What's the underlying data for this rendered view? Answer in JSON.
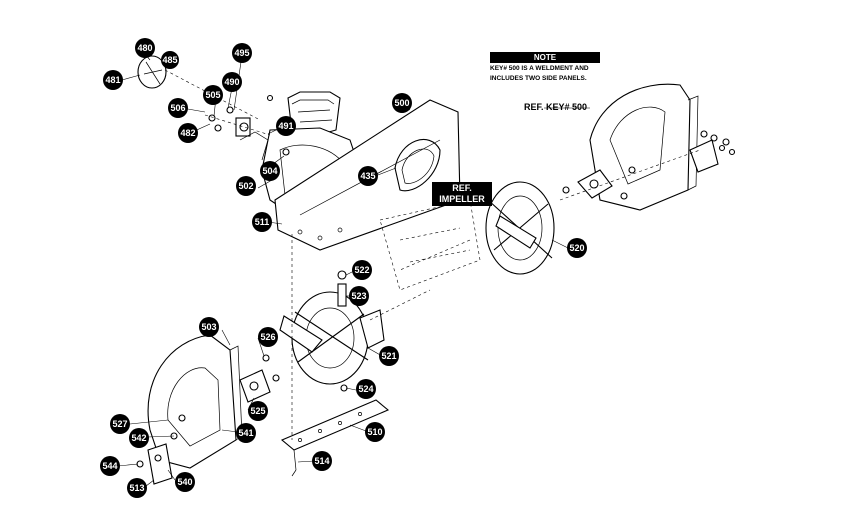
{
  "note": {
    "title": "NOTE",
    "text_line1": "KEY# 500 IS A WELDMENT AND",
    "text_line2": "INCLUDES TWO SIDE PANELS."
  },
  "ref_key_label": "REF. KEY# 500",
  "ref_impeller": {
    "line1": "REF.",
    "line2": "IMPELLER"
  },
  "callouts": [
    {
      "id": "480"
    },
    {
      "id": "485"
    },
    {
      "id": "481"
    },
    {
      "id": "495"
    },
    {
      "id": "490"
    },
    {
      "id": "505"
    },
    {
      "id": "506"
    },
    {
      "id": "482"
    },
    {
      "id": "491"
    },
    {
      "id": "500"
    },
    {
      "id": "504"
    },
    {
      "id": "502"
    },
    {
      "id": "435"
    },
    {
      "id": "511"
    },
    {
      "id": "520"
    },
    {
      "id": "522"
    },
    {
      "id": "523"
    },
    {
      "id": "521"
    },
    {
      "id": "503"
    },
    {
      "id": "526"
    },
    {
      "id": "524"
    },
    {
      "id": "525"
    },
    {
      "id": "527"
    },
    {
      "id": "542"
    },
    {
      "id": "541"
    },
    {
      "id": "510"
    },
    {
      "id": "544"
    },
    {
      "id": "514"
    },
    {
      "id": "513"
    },
    {
      "id": "540"
    }
  ]
}
